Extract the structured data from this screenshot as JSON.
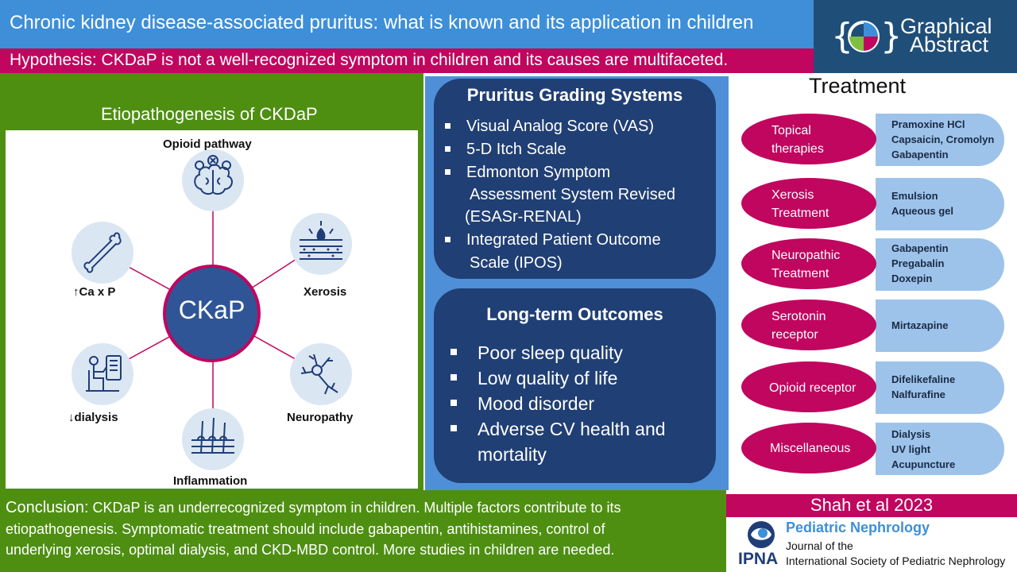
{
  "header": {
    "title": "Chronic kidney disease-associated pruritus: what is known and its application in children",
    "logo_line1": "Graphical",
    "logo_line2": "Abstract"
  },
  "hypothesis": "Hypothesis: CKDaP is not a well-recognized symptom in children and its causes are multifaceted.",
  "etiopathogenesis": {
    "title": "Etiopathogenesis of CKDaP",
    "center": "CKaP",
    "nodes": [
      {
        "label": "Opioid pathway",
        "icon": "brain-icon"
      },
      {
        "label": "Xerosis",
        "icon": "skin-layers-icon"
      },
      {
        "label": "Neuropathy",
        "icon": "neuron-icon"
      },
      {
        "label": "Inflammation",
        "icon": "hair-follicle-icon"
      },
      {
        "label": "↓dialysis",
        "icon": "dialysis-icon"
      },
      {
        "label": "↑Ca x P",
        "icon": "bone-icon"
      }
    ]
  },
  "grading": {
    "title": "Pruritus Grading Systems",
    "items": [
      [
        "Visual Analog Score (VAS)"
      ],
      [
        "5-D Itch Scale"
      ],
      [
        "Edmonton Symptom",
        "Assessment System Revised",
        "(ESASr-RENAL)"
      ],
      [
        "Integrated Patient Outcome",
        "Scale (IPOS)"
      ]
    ]
  },
  "outcomes": {
    "title": "Long-term Outcomes",
    "items": [
      [
        "Poor sleep quality"
      ],
      [
        "Low quality of life"
      ],
      [
        "Mood disorder"
      ],
      [
        "Adverse CV health and",
        "mortality"
      ]
    ]
  },
  "treatment": {
    "title": "Treatment",
    "rows": [
      {
        "category": [
          "Topical",
          "therapies"
        ],
        "drugs": [
          "Pramoxine HCl",
          "Capsaicin, Cromolyn",
          "Gabapentin"
        ]
      },
      {
        "category": [
          "Xerosis",
          "Treatment"
        ],
        "drugs": [
          "Emulsion",
          "Aqueous gel"
        ]
      },
      {
        "category": [
          "Neuropathic",
          "Treatment"
        ],
        "drugs": [
          "Gabapentin",
          "Pregabalin",
          "Doxepin"
        ]
      },
      {
        "category": [
          "Serotonin",
          "receptor"
        ],
        "drugs": [
          "Mirtazapine"
        ]
      },
      {
        "category": [
          "Opioid receptor"
        ],
        "drugs": [
          "Difelikefaline",
          "Nalfurafine"
        ]
      },
      {
        "category": [
          "Miscellaneous"
        ],
        "drugs": [
          "Dialysis",
          "UV light",
          "Acupuncture"
        ]
      }
    ]
  },
  "conclusion": {
    "label": "Conclusion:",
    "lines": [
      "CKDaP is an underrecognized  symptom in children. Multiple factors contribute to its",
      "etiopathogenesis.  Symptomatic treatment should include gabapentin, antihistamines, control of",
      "underlying xerosis, optimal dialysis, and CKD-MBD control. More studies in children are needed."
    ]
  },
  "citation": "Shah et al 2023",
  "journal": {
    "name": "Pediatric  Nephrology",
    "line1": "Journal of the",
    "line2": "International Society of Pediatric Nephrology",
    "org": "IPNA"
  },
  "colors": {
    "title_blue": "#3e8fd8",
    "magenta": "#c0065f",
    "green": "#4e8f12",
    "navy": "#203f74",
    "light_blue": "#9dc3ea"
  }
}
